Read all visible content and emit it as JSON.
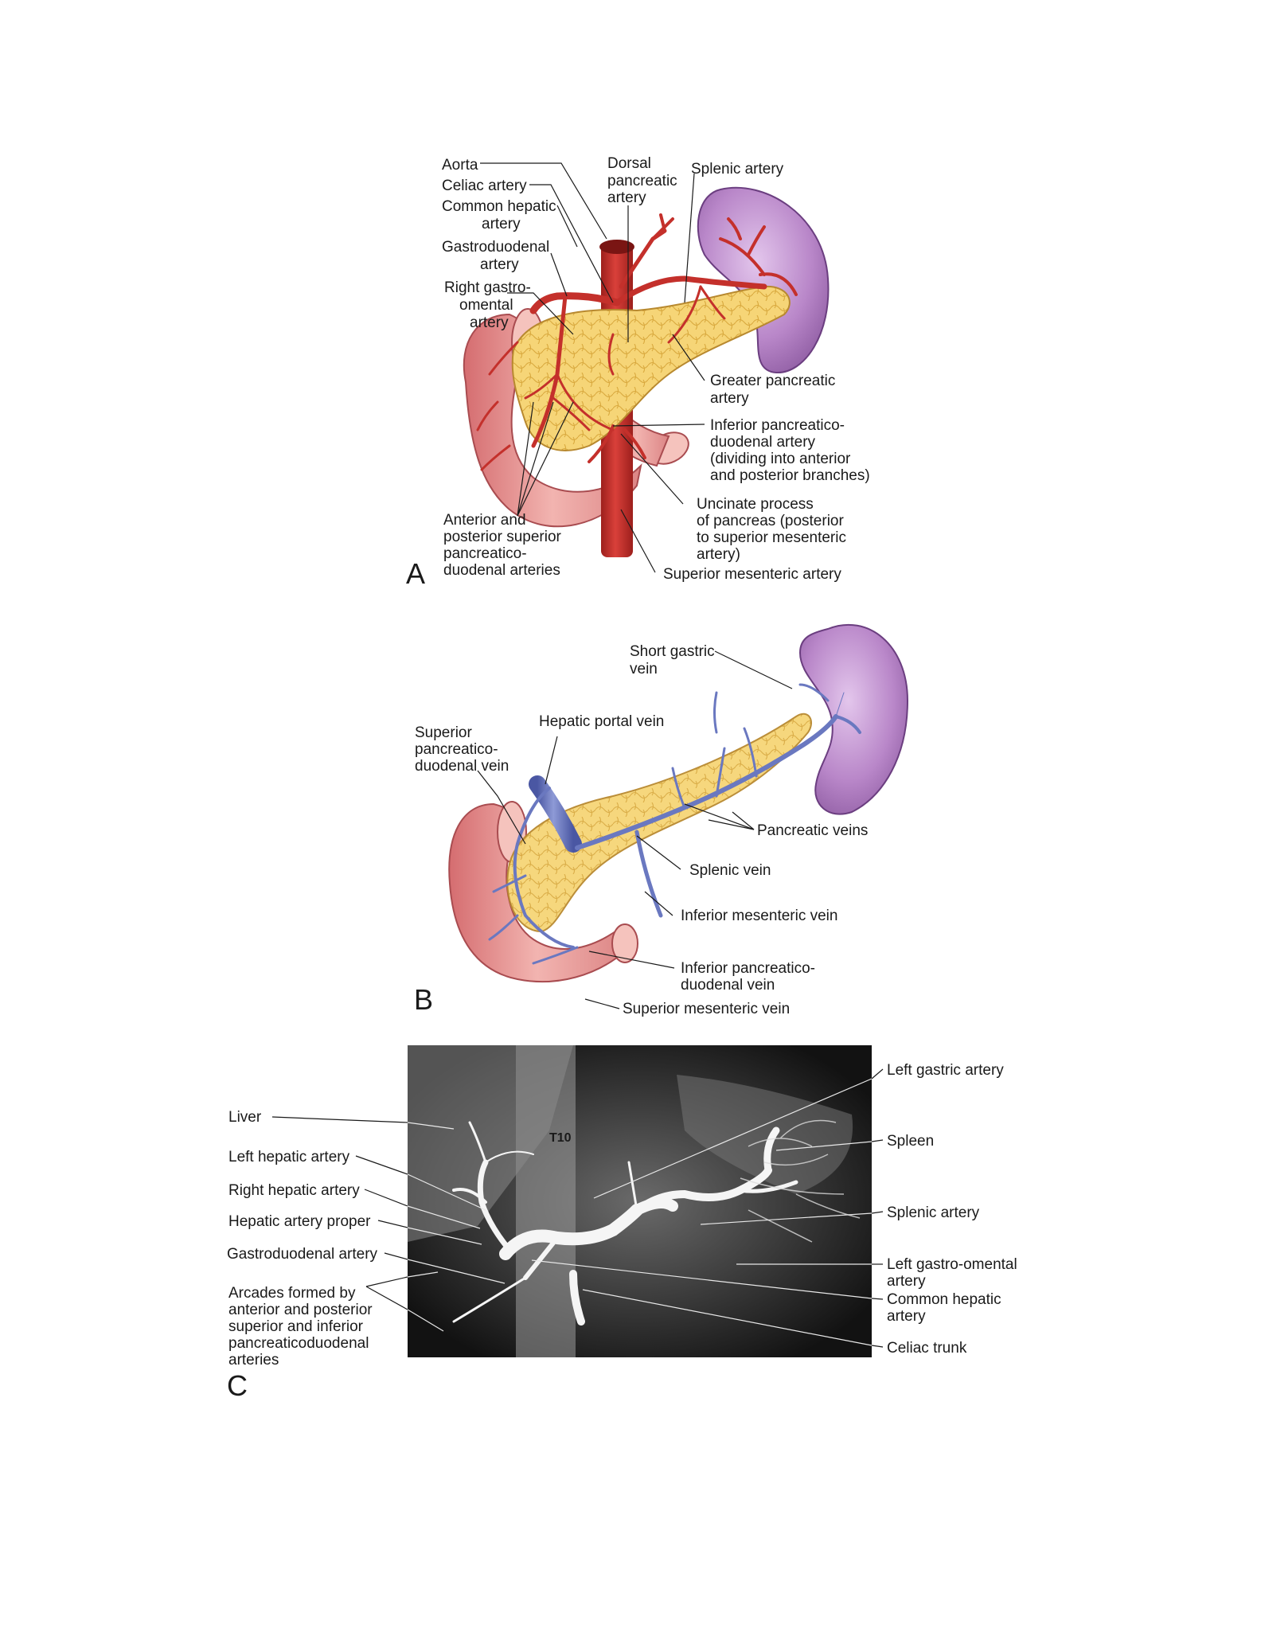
{
  "colors": {
    "artery": "#c4302b",
    "vein": "#6a78c0",
    "pancreas": "#f4cf6a",
    "spleen": "#b07cc0",
    "duodenum": "#e69a9a",
    "xray_bg": "#1c1c1c"
  },
  "panels": [
    {
      "letter": "A",
      "labels": {
        "aorta": "Aorta",
        "celiac": "Celiac artery",
        "common_hepatic": [
          "Common hepatic",
          "artery"
        ],
        "gastroduodenal": [
          "Gastroduodenal",
          "artery"
        ],
        "right_gastro": [
          "Right gastro-",
          "omental",
          "artery"
        ],
        "dorsal_pancreatic": [
          "Dorsal",
          "pancreatic",
          "artery"
        ],
        "splenic": "Splenic artery",
        "greater_pancreatic": [
          "Greater pancreatic",
          "artery"
        ],
        "inferior_pd": [
          "Inferior pancreatico-",
          "duodenal artery",
          "(dividing into anterior",
          "and posterior branches)"
        ],
        "uncinate": [
          "Uncinate process",
          "of pancreas (posterior",
          "to superior mesenteric",
          "artery)"
        ],
        "anterior_posterior": [
          "Anterior and",
          "posterior superior",
          "pancreatico-",
          "duodenal arteries"
        ],
        "sma": "Superior mesenteric artery"
      }
    },
    {
      "letter": "B",
      "labels": {
        "short_gastric": [
          "Short gastric",
          "vein"
        ],
        "hepatic_portal": "Hepatic portal vein",
        "superior_pd": [
          "Superior",
          "pancreatico-",
          "duodenal vein"
        ],
        "pancreatic_veins": "Pancreatic veins",
        "splenic_vein": "Splenic vein",
        "imv": "Inferior mesenteric vein",
        "inferior_pd": [
          "Inferior pancreatico-",
          "duodenal vein"
        ],
        "smv": "Superior mesenteric vein"
      }
    },
    {
      "letter": "C",
      "labels": {
        "t10": "T10",
        "liver": "Liver",
        "left_hepatic": "Left hepatic artery",
        "right_hepatic": "Right hepatic artery",
        "hepatic_proper": "Hepatic artery proper",
        "gastroduodenal": "Gastroduodenal artery",
        "arcades": [
          "Arcades formed by",
          "anterior and posterior",
          "superior and inferior",
          "pancreaticoduodenal",
          "arteries"
        ],
        "left_gastric": "Left gastric artery",
        "spleen": "Spleen",
        "splenic": "Splenic artery",
        "left_gastro_omental": [
          "Left gastro-omental",
          "artery"
        ],
        "common_hepatic": [
          "Common hepatic",
          "artery"
        ],
        "celiac_trunk": "Celiac trunk"
      }
    }
  ]
}
